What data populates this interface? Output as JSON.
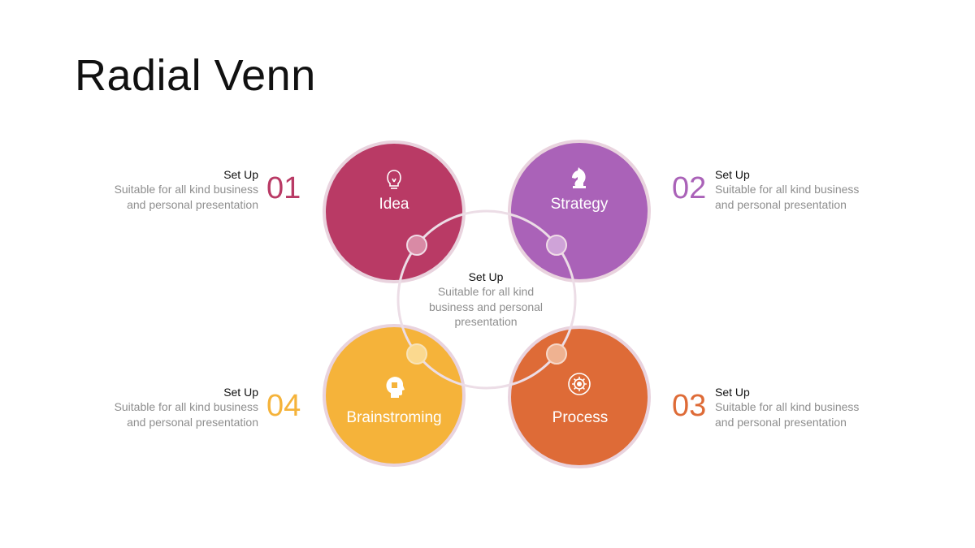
{
  "title": "Radial Venn",
  "colors": {
    "idea": "#b93a65",
    "strategy": "#aa62b8",
    "process": "#de6b37",
    "brainstorming": "#f5b33a",
    "ring": "#ecdde6",
    "outline": "#e9d3de"
  },
  "circles": [
    {
      "key": "idea",
      "label": "Idea",
      "icon": "lightbulb-icon"
    },
    {
      "key": "strategy",
      "label": "Strategy",
      "icon": "chess-knight-icon"
    },
    {
      "key": "process",
      "label": "Process",
      "icon": "gear-cycle-icon"
    },
    {
      "key": "brainstorming",
      "label": "Brainstroming",
      "icon": "head-puzzle-icon"
    }
  ],
  "center": {
    "heading": "Set Up",
    "body": "Suitable for all kind business and personal presentation"
  },
  "callouts": [
    {
      "number": "01",
      "heading": "Set Up",
      "line1": "Suitable for all kind business",
      "line2": "and personal presentation"
    },
    {
      "number": "02",
      "heading": "Set Up",
      "line1": "Suitable for all kind business",
      "line2": "and personal presentation"
    },
    {
      "number": "03",
      "heading": "Set Up",
      "line1": "Suitable for all kind business",
      "line2": "and personal presentation"
    },
    {
      "number": "04",
      "heading": "Set Up",
      "line1": "Suitable for all kind business",
      "line2": "and personal presentation"
    }
  ]
}
